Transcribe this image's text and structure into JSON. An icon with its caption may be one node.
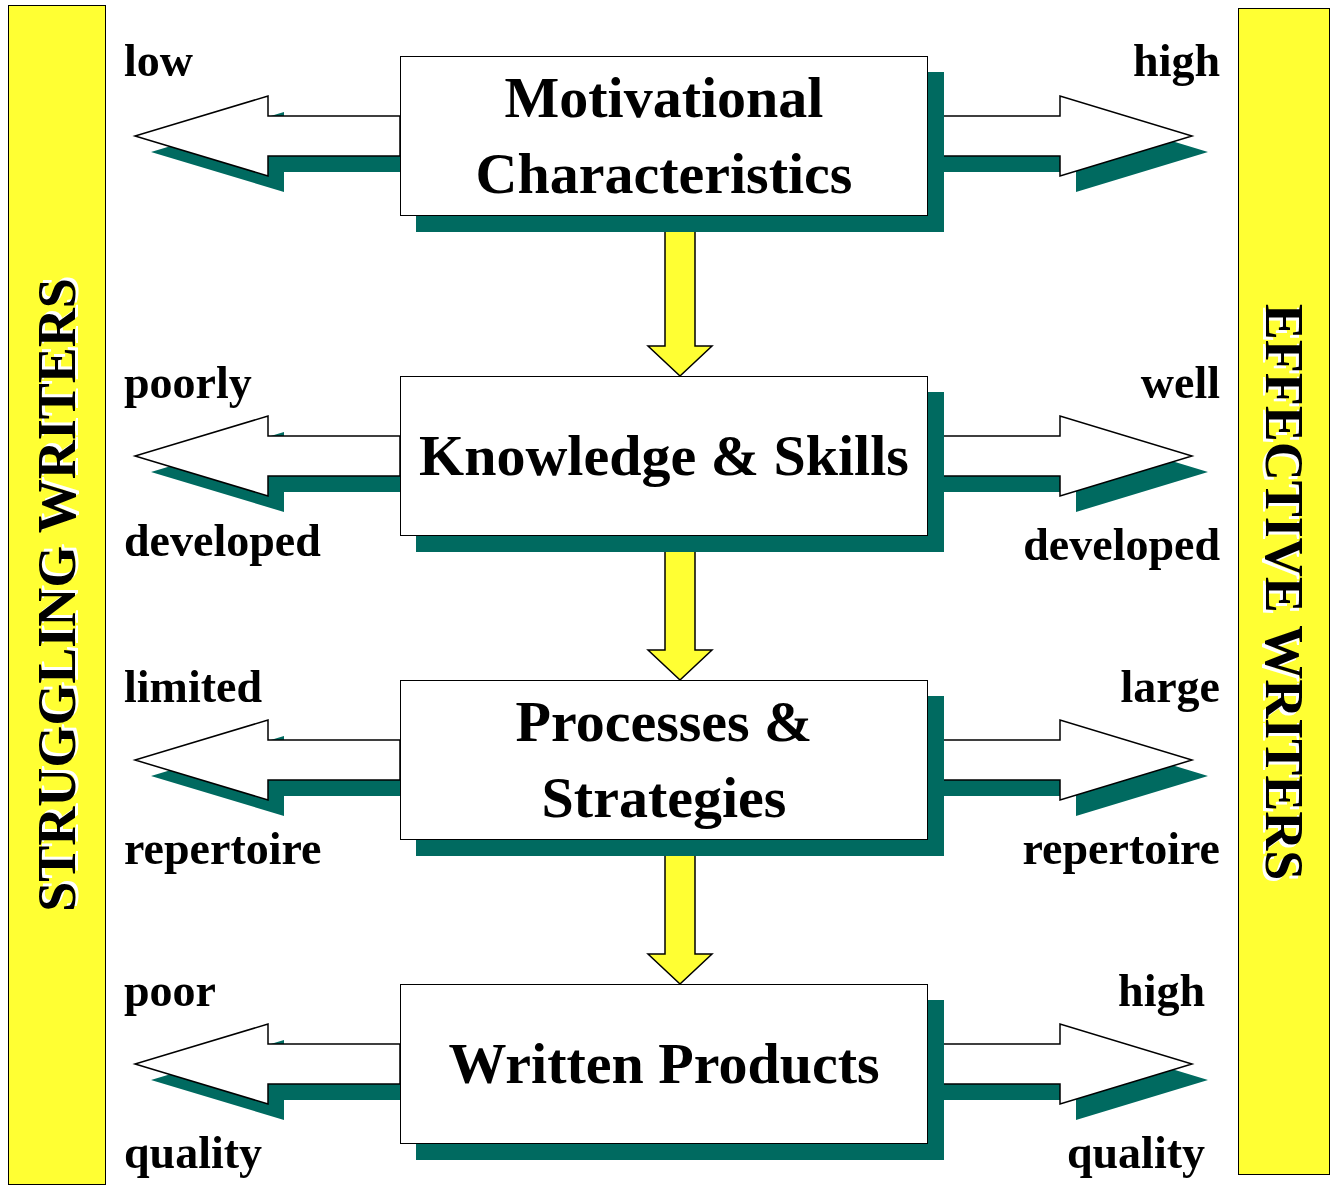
{
  "diagram": {
    "nodes": [
      {
        "text": [
          "STRUGGLING WRITERS"
        ]
      },
      {
        "text": [
          "EFFECTIVE WRITERS"
        ]
      },
      {
        "text": [
          "Motivational Characteristics"
        ]
      },
      {
        "text": [
          "Knowledge & Skills"
        ]
      },
      {
        "text": [
          "Processes & Strategies"
        ]
      },
      {
        "text": [
          "Written Products"
        ]
      }
    ],
    "edges": [
      {
        "from": 2,
        "to": null,
        "arrow": "to"
      },
      {
        "from": 2,
        "to": null,
        "arrow": "to"
      },
      {
        "from": 2,
        "to": 3,
        "arrow": "to",
        "color": "#ffff33"
      },
      {
        "from": 3,
        "to": null,
        "arrow": "to"
      },
      {
        "from": 3,
        "to": null,
        "arrow": "to"
      },
      {
        "from": 3,
        "to": 4,
        "arrow": "to",
        "color": "#ffff33"
      },
      {
        "from": 4,
        "to": null,
        "arrow": "to"
      },
      {
        "from": 4,
        "to": null,
        "arrow": "to"
      },
      {
        "from": 4,
        "to": 5,
        "arrow": "to",
        "color": "#ffff33"
      },
      {
        "from": 5,
        "to": null,
        "arrow": "to"
      },
      {
        "from": 5,
        "to": null,
        "arrow": "to"
      }
    ],
    "labels": [
      "low",
      "high",
      "poorly",
      "well",
      "developed",
      "developed",
      "limited",
      "large",
      "repertoire",
      "repertoire",
      "poor",
      "high",
      "quality",
      "quality"
    ]
  }
}
